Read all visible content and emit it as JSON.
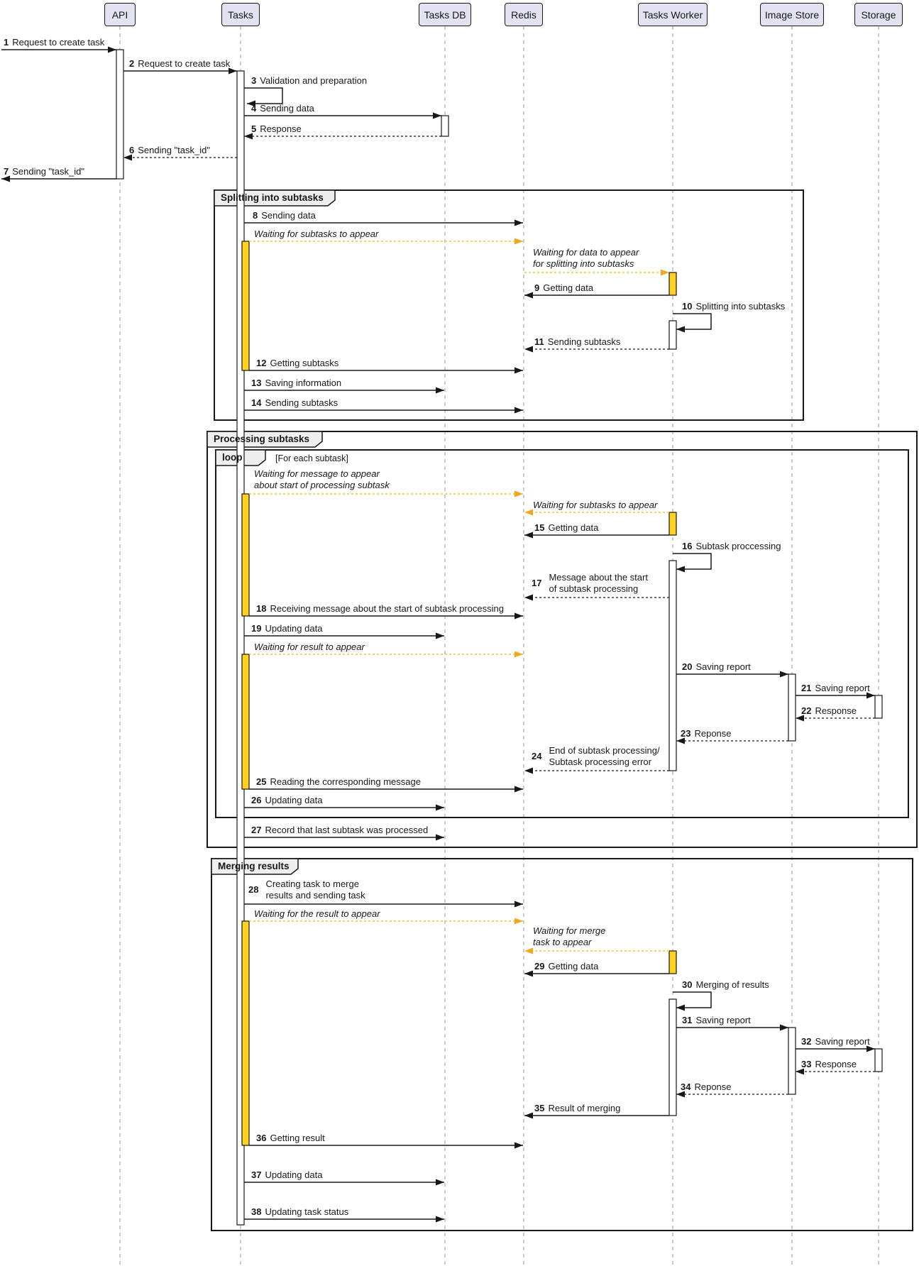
{
  "participants": [
    "API",
    "Tasks",
    "Tasks DB",
    "Redis",
    "Tasks Worker",
    "Image Store",
    "Storage"
  ],
  "frames": {
    "splitting": {
      "title": "Splitting into subtasks"
    },
    "processing": {
      "title": "Processing subtasks"
    },
    "loop": {
      "title": "loop",
      "condition": "[For each subtask]"
    },
    "merging": {
      "title": "Merging results"
    }
  },
  "messages": [
    {
      "num": "1",
      "text": "Request to create task",
      "from": "external",
      "to": "API",
      "type": "sync"
    },
    {
      "num": "2",
      "text": "Request to create task",
      "from": "API",
      "to": "Tasks",
      "type": "sync"
    },
    {
      "num": "3",
      "text": "Validation and preparation",
      "from": "Tasks",
      "to": "Tasks",
      "type": "self"
    },
    {
      "num": "4",
      "text": "Sending data",
      "from": "Tasks",
      "to": "Tasks DB",
      "type": "sync"
    },
    {
      "num": "5",
      "text": "Response",
      "from": "Tasks DB",
      "to": "Tasks",
      "type": "reply"
    },
    {
      "num": "6",
      "text": "Sending \"task_id\"",
      "from": "Tasks",
      "to": "API",
      "type": "reply"
    },
    {
      "num": "7",
      "text": "Sending \"task_id\"",
      "from": "API",
      "to": "external",
      "type": "sync"
    },
    {
      "num": "8",
      "text": "Sending data",
      "from": "Tasks",
      "to": "Redis",
      "type": "sync"
    },
    {
      "num": "9",
      "text": "Getting data",
      "from": "Tasks Worker",
      "to": "Redis",
      "type": "sync"
    },
    {
      "num": "10",
      "text": "Splitting into subtasks",
      "from": "Tasks Worker",
      "to": "Tasks Worker",
      "type": "self"
    },
    {
      "num": "11",
      "text": "Sending subtasks",
      "from": "Tasks Worker",
      "to": "Redis",
      "type": "reply"
    },
    {
      "num": "12",
      "text": "Getting subtasks",
      "from": "Tasks",
      "to": "Redis",
      "type": "sync"
    },
    {
      "num": "13",
      "text": "Saving information",
      "from": "Tasks",
      "to": "Tasks DB",
      "type": "sync"
    },
    {
      "num": "14",
      "text": "Sending subtasks",
      "from": "Tasks",
      "to": "Redis",
      "type": "sync"
    },
    {
      "num": "15",
      "text": "Getting data",
      "from": "Tasks Worker",
      "to": "Redis",
      "type": "sync"
    },
    {
      "num": "16",
      "text": "Subtask proccessing",
      "from": "Tasks Worker",
      "to": "Tasks Worker",
      "type": "self"
    },
    {
      "num": "17",
      "text": "Message about the start\nof subtask processing",
      "from": "Tasks Worker",
      "to": "Redis",
      "type": "reply"
    },
    {
      "num": "18",
      "text": "Receiving message about the start of subtask processing",
      "from": "Tasks",
      "to": "Redis",
      "type": "sync"
    },
    {
      "num": "19",
      "text": "Updating data",
      "from": "Tasks",
      "to": "Tasks DB",
      "type": "sync"
    },
    {
      "num": "20",
      "text": "Saving report",
      "from": "Tasks Worker",
      "to": "Image Store",
      "type": "sync"
    },
    {
      "num": "21",
      "text": "Saving report",
      "from": "Image Store",
      "to": "Storage",
      "type": "sync"
    },
    {
      "num": "22",
      "text": "Response",
      "from": "Storage",
      "to": "Image Store",
      "type": "reply"
    },
    {
      "num": "23",
      "text": "Reponse",
      "from": "Image Store",
      "to": "Tasks Worker",
      "type": "reply"
    },
    {
      "num": "24",
      "text": "End of subtask processing/\nSubtask processing error",
      "from": "Tasks Worker",
      "to": "Redis",
      "type": "reply"
    },
    {
      "num": "25",
      "text": "Reading the corresponding message",
      "from": "Tasks",
      "to": "Redis",
      "type": "sync"
    },
    {
      "num": "26",
      "text": "Updating data",
      "from": "Tasks",
      "to": "Tasks DB",
      "type": "sync"
    },
    {
      "num": "27",
      "text": "Record that last subtask was processed",
      "from": "Tasks",
      "to": "Tasks DB",
      "type": "sync"
    },
    {
      "num": "28",
      "text": "Creating task to merge\nresults and sending task",
      "from": "Tasks",
      "to": "Redis",
      "type": "sync"
    },
    {
      "num": "29",
      "text": "Getting data",
      "from": "Tasks Worker",
      "to": "Redis",
      "type": "sync"
    },
    {
      "num": "30",
      "text": "Merging of results",
      "from": "Tasks Worker",
      "to": "Tasks Worker",
      "type": "self"
    },
    {
      "num": "31",
      "text": "Saving report",
      "from": "Tasks Worker",
      "to": "Image Store",
      "type": "sync"
    },
    {
      "num": "32",
      "text": "Saving report",
      "from": "Image Store",
      "to": "Storage",
      "type": "sync"
    },
    {
      "num": "33",
      "text": "Response",
      "from": "Storage",
      "to": "Image Store",
      "type": "reply"
    },
    {
      "num": "34",
      "text": "Reponse",
      "from": "Image Store",
      "to": "Tasks Worker",
      "type": "reply"
    },
    {
      "num": "35",
      "text": "Result of merging",
      "from": "Tasks Worker",
      "to": "Redis",
      "type": "sync"
    },
    {
      "num": "36",
      "text": "Getting result",
      "from": "Tasks",
      "to": "Redis",
      "type": "sync"
    },
    {
      "num": "37",
      "text": "Updating data",
      "from": "Tasks",
      "to": "Tasks DB",
      "type": "sync"
    },
    {
      "num": "38",
      "text": "Updating task status",
      "from": "Tasks",
      "to": "Tasks DB",
      "type": "sync"
    }
  ],
  "waiting_notes": [
    {
      "text": "Waiting for subtasks to appear",
      "from": "Tasks",
      "to": "Redis"
    },
    {
      "text": "Waiting for data to appear\nfor splitting into subtasks",
      "from": "Redis",
      "to": "Tasks Worker"
    },
    {
      "text": "Waiting for message to appear\nabout start of processing subtask",
      "from": "Tasks",
      "to": "Redis"
    },
    {
      "text": "Waiting for subtasks to appear",
      "from": "Tasks Worker",
      "to": "Redis"
    },
    {
      "text": "Waiting for result to appear",
      "from": "Tasks",
      "to": "Redis"
    },
    {
      "text": "Waiting for the result to appear",
      "from": "Tasks",
      "to": "Redis"
    },
    {
      "text": "Waiting for merge\ntask to appear",
      "from": "Tasks Worker",
      "to": "Redis"
    }
  ],
  "colors": {
    "ink": "#181818",
    "participant_fill": "#E2E2F0",
    "frame_tab_fill": "#EEEEEE",
    "lifeline": "#999999",
    "waiting_line": "#EFC52F",
    "waiting_arrowhead": "#F2A71E",
    "activation_white": "#FFFFFF",
    "activation_yellow": "#FFD21F"
  }
}
